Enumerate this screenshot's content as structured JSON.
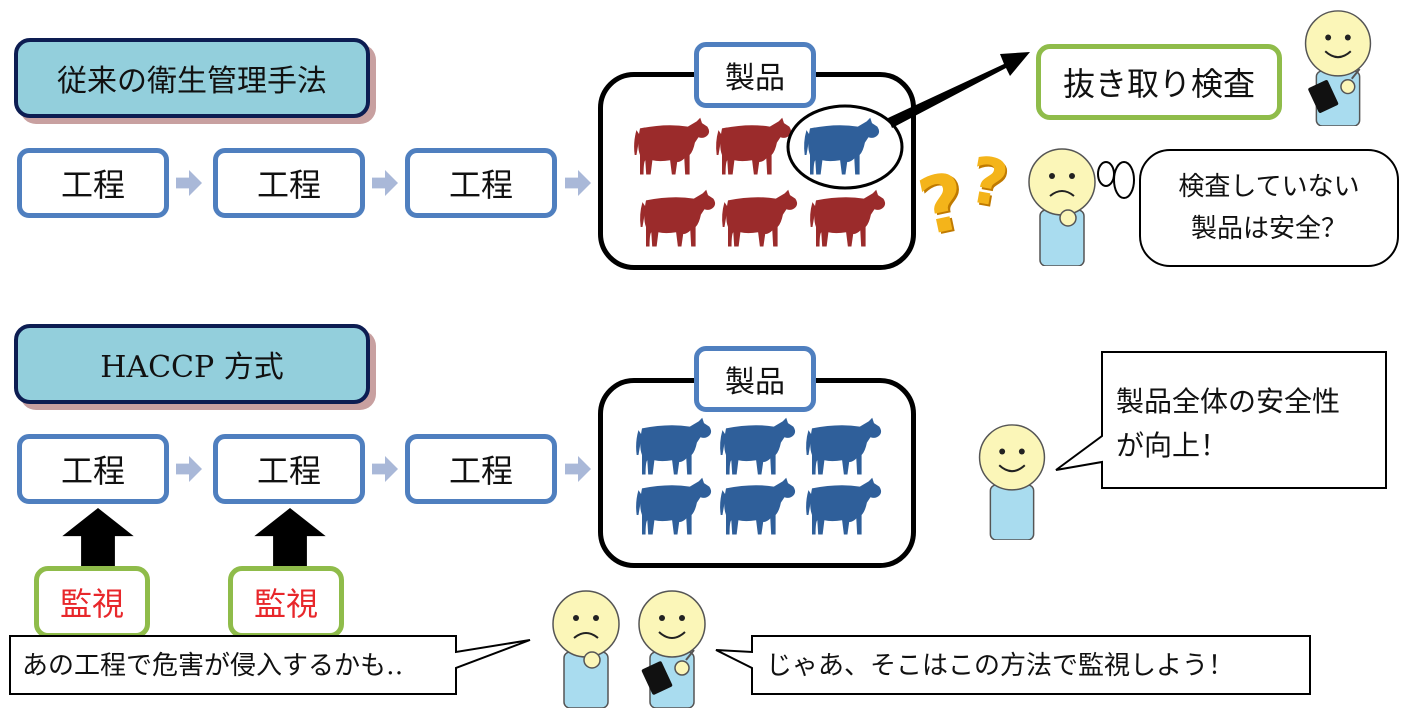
{
  "top": {
    "title": "従来の衛生管理手法",
    "steps": [
      "工程",
      "工程",
      "工程"
    ],
    "product_label": "製品",
    "sampling_label": "抜き取り検査",
    "question_bubble": [
      "検査していない",
      "製品は安全？"
    ]
  },
  "bottom": {
    "title": "HACCP 方式",
    "steps": [
      "工程",
      "工程",
      "工程"
    ],
    "product_label": "製品",
    "monitor_labels": [
      "監視",
      "監視"
    ],
    "result_bubble": [
      "製品全体の安全性",
      "が向上！"
    ],
    "worry_bubble": "あの工程で危害が侵入するかも‥",
    "answer_bubble": "じゃあ、そこはこの方法で監視しよう！"
  },
  "colors": {
    "title_fill": "#93cfdc",
    "title_border": "#0d1d52",
    "step_border": "#4f7fbf",
    "monitor_border": "#8fbc4a",
    "monitor_text": "#e8272b",
    "cow_red": "#9b2b2b",
    "cow_blue": "#2f5f9a",
    "person_body": "#a9dcef",
    "person_face": "#fbf6b8"
  }
}
